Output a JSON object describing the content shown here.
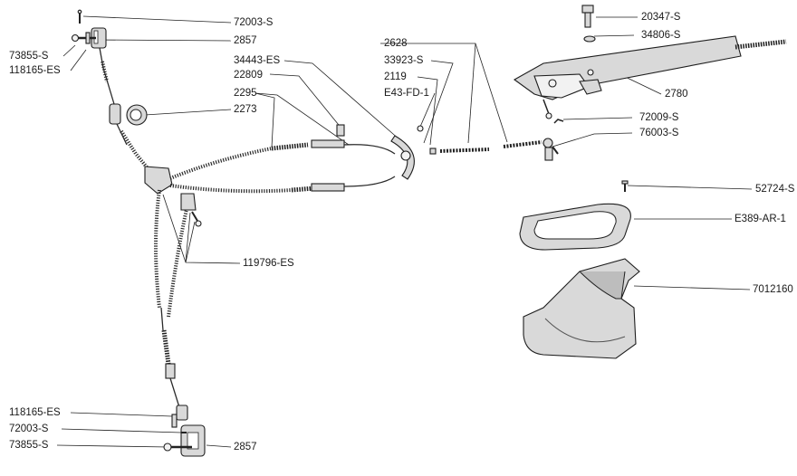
{
  "labels": {
    "p72003_top": "72003-S",
    "p73855_top": "73855-S",
    "p2857_top": "2857",
    "p118165_top": "118165-ES",
    "p34443": "34443-ES",
    "p22809": "22809",
    "p2295": "2295",
    "p2273": "2273",
    "p2628": "2628",
    "p33923": "33923-S",
    "p2119": "2119",
    "pE43": "E43-FD-1",
    "p20347": "20347-S",
    "p34806": "34806-S",
    "p2780": "2780",
    "p72009": "72009-S",
    "p76003": "76003-S",
    "p52724": "52724-S",
    "pE389": "E389-AR-1",
    "p7012160": "7012160",
    "p119796": "119796-ES",
    "p118165_bot": "118165-ES",
    "p72003_bot": "72003-S",
    "p73855_bot": "73855-S",
    "p2857_bot": "2857"
  }
}
